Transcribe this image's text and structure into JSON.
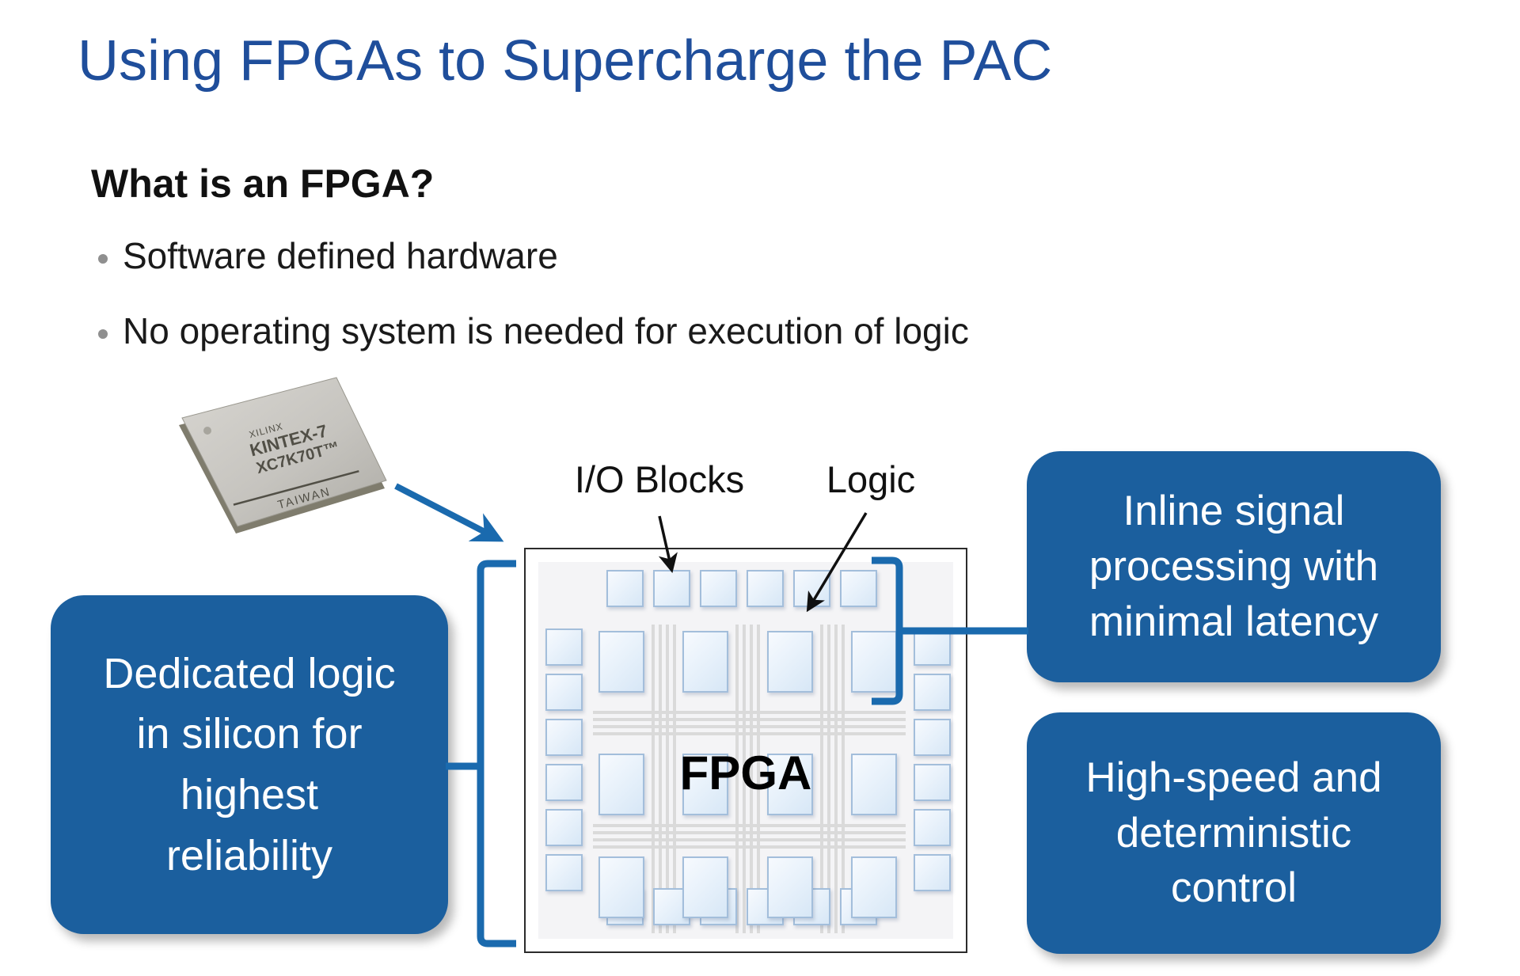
{
  "slide": {
    "title": "Using FPGAs to Supercharge the PAC",
    "heading": "What is an FPGA?",
    "bullets": [
      {
        "text": "Software defined hardware"
      },
      {
        "text": "No operating system is needed for execution of logic"
      }
    ]
  },
  "chip": {
    "brand": "XILINX",
    "family": "KINTEX-7",
    "part": "XC7K70T™",
    "origin": "TAIWAN"
  },
  "diagram": {
    "label": "FPGA",
    "io_label": "I/O Blocks",
    "logic_label": "Logic",
    "io_blocks_per_side": 6,
    "logic_columns": 4,
    "logic_rows": 3
  },
  "callouts": {
    "left": {
      "lines": [
        "Dedicated logic",
        "in silicon for",
        "highest",
        "reliability"
      ]
    },
    "top_right": {
      "lines": [
        "Inline signal",
        "processing with",
        "minimal latency"
      ]
    },
    "bottom_right": {
      "lines": [
        "High-speed and",
        "deterministic",
        "control"
      ]
    }
  },
  "colors": {
    "title_blue": "#1F4E9B",
    "callout_blue": "#1B5F9E",
    "connector_blue": "#1A6AAE",
    "block_border_blue": "#A3BEDB",
    "block_fill_blue": "#E0ECF8"
  }
}
